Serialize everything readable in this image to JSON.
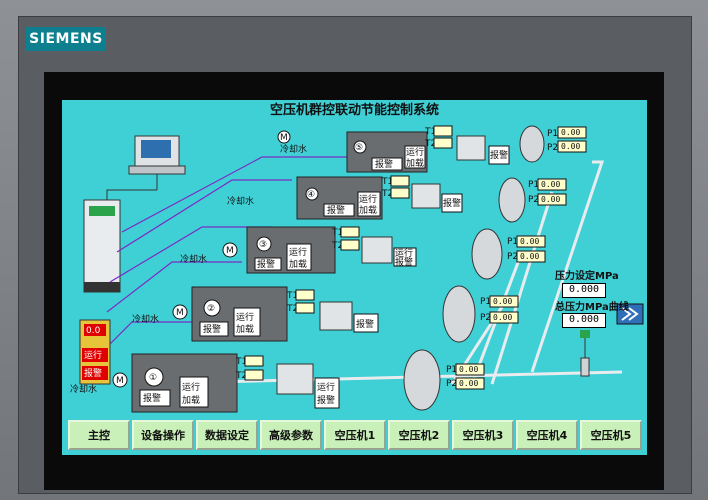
{
  "brand": "SIEMENS",
  "title": "空压机群控联动节能控制系统",
  "colors": {
    "background": "#3fd0d6",
    "alarm": "#e00000",
    "unit_box": "#ffffcc",
    "tab": "#c9f0b8"
  },
  "cooling_label": "冷却水",
  "motor_label": "M",
  "compressors": [
    {
      "num": "①",
      "btn_alarm": "报警",
      "btn_run": "运行",
      "btn_load": "加载",
      "t1": "T1",
      "t2": "T2",
      "dryer_alarm": "报警",
      "p1_label": "P1",
      "p1_value": "0.00",
      "p2_label": "P2",
      "p2_value": "0.00"
    },
    {
      "num": "②",
      "btn_alarm": "报警",
      "btn_run": "运行",
      "btn_load": "加载",
      "t1": "T1",
      "t2": "T2",
      "dryer_alarm": "报警",
      "p1_label": "P1",
      "p1_value": "0.00",
      "p2_label": "P2",
      "p2_value": "0.00"
    },
    {
      "num": "③",
      "btn_alarm": "报警",
      "btn_run": "运行",
      "btn_load": "加载",
      "t1": "T1",
      "t2": "T2",
      "dryer_alarm": "报警",
      "p1_label": "P1",
      "p1_value": "0.00",
      "p2_label": "P2",
      "p2_value": "0.00"
    },
    {
      "num": "④",
      "btn_alarm": "报警",
      "btn_run": "运行",
      "btn_load": "加载",
      "t1": "T1",
      "t2": "T2",
      "dryer_alarm": "报警",
      "p1_label": "P1",
      "p1_value": "0.00",
      "p2_label": "P2",
      "p2_value": "0.00"
    },
    {
      "num": "⑤",
      "btn_alarm": "报警",
      "btn_run": "运行",
      "btn_load": "加载",
      "t1": "T1",
      "t2": "T2",
      "dryer_alarm": "报警",
      "p1_label": "P1",
      "p1_value": "0.00",
      "p2_label": "P2",
      "p2_value": "0.00"
    }
  ],
  "panel": {
    "value": "0.0",
    "run": "运行",
    "alarm": "报警"
  },
  "pressure": {
    "setpoint_label": "压力设定",
    "setpoint_unit": "MPa",
    "setpoint_value": "0.000",
    "total_label": "总压力",
    "total_unit": "MPa",
    "total_value": "0.000",
    "curve_label": "曲线"
  },
  "tabs": [
    "主控",
    "设备操作",
    "数据设定",
    "高级参数",
    "空压机1",
    "空压机2",
    "空压机3",
    "空压机4",
    "空压机5"
  ]
}
